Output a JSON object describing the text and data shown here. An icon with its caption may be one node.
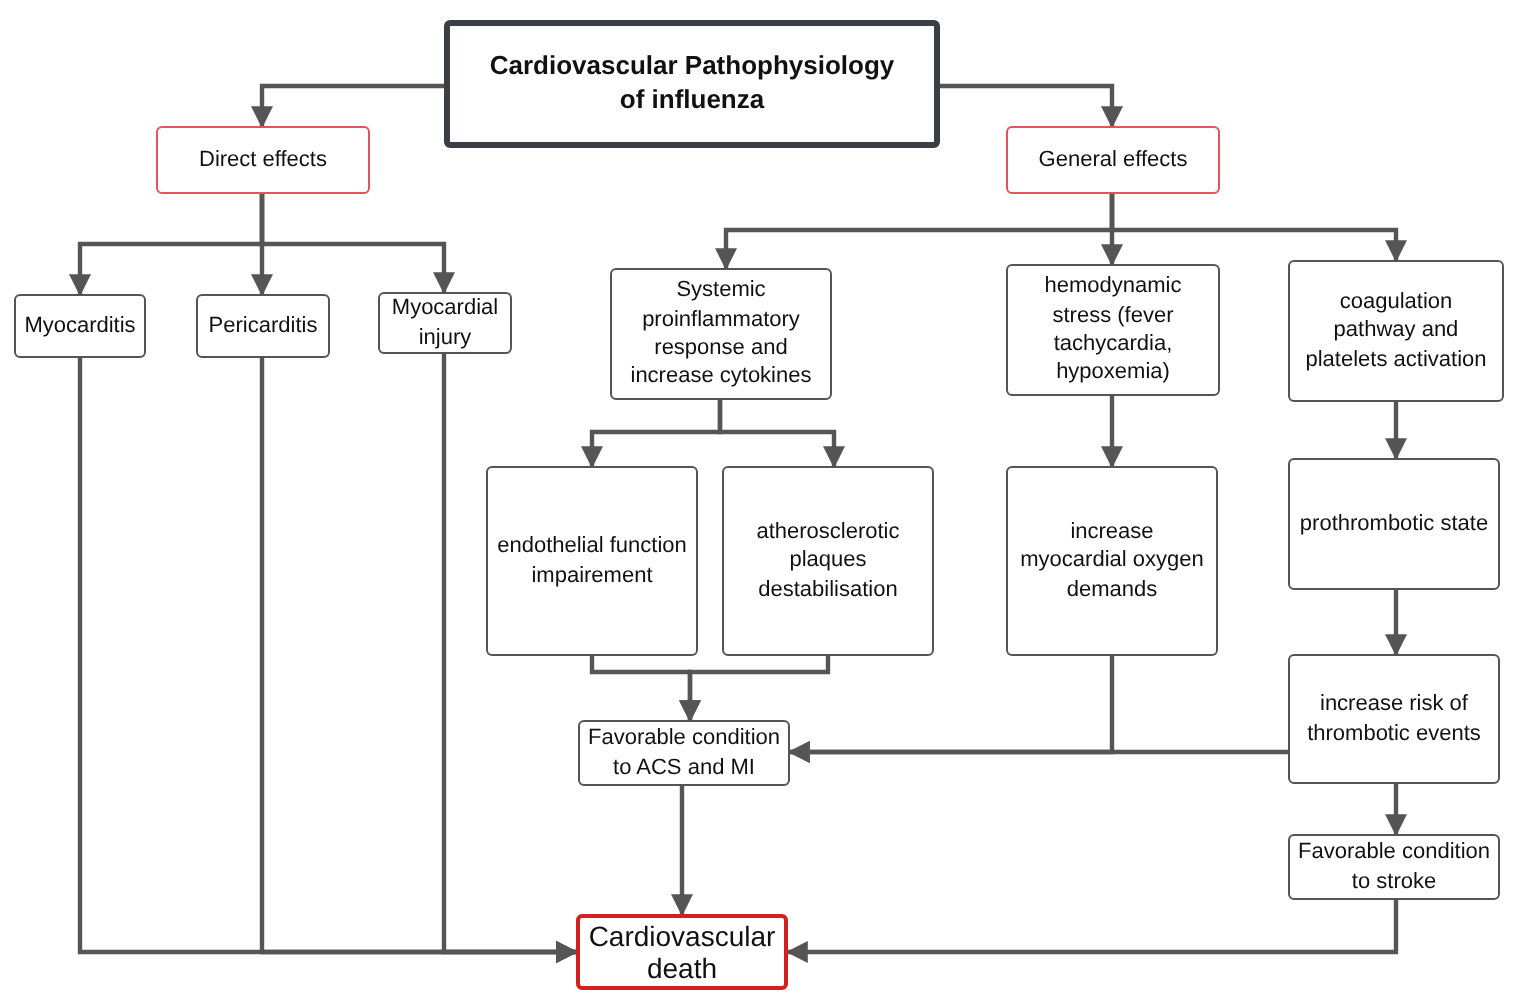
{
  "diagram": {
    "nodes": [
      {
        "text": [
          "Cardiovascular Pathophysiology of influenza"
        ]
      },
      {
        "text": [
          "Direct effects"
        ]
      },
      {
        "text": [
          "General effects"
        ]
      },
      {
        "text": [
          "Myocarditis"
        ]
      },
      {
        "text": [
          "Pericarditis"
        ]
      },
      {
        "text": [
          "Myocardial injury"
        ]
      },
      {
        "text": [
          "Systemic proinflammatory response and increase cytokines"
        ]
      },
      {
        "text": [
          "hemodynamic stress (fever tachycardia, hypoxemia)"
        ]
      },
      {
        "text": [
          "coagulation pathway and platelets activation"
        ]
      },
      {
        "text": [
          "endothelial function impairement"
        ]
      },
      {
        "text": [
          "atherosclerotic plaques destabilisation"
        ]
      },
      {
        "text": [
          "increase myocardial oxygen demands"
        ]
      },
      {
        "text": [
          "prothrombotic state"
        ]
      },
      {
        "text": [
          "increase risk of thrombotic events"
        ]
      },
      {
        "text": [
          "Favorable condition to ACS and MI"
        ]
      },
      {
        "text": [
          "Favorable condition to stroke"
        ]
      },
      {
        "text": [
          "Cardiovascular death"
        ]
      }
    ],
    "edges": [
      {
        "from": 0,
        "to": 1,
        "arrow": "to"
      },
      {
        "from": 0,
        "to": 2,
        "arrow": "to"
      },
      {
        "from": 1,
        "to": 3,
        "arrow": "to"
      },
      {
        "from": 1,
        "to": 4,
        "arrow": "to"
      },
      {
        "from": 1,
        "to": 5,
        "arrow": "to"
      },
      {
        "from": 2,
        "to": 6,
        "arrow": "to"
      },
      {
        "from": 2,
        "to": 7,
        "arrow": "to"
      },
      {
        "from": 2,
        "to": 8,
        "arrow": "to"
      },
      {
        "from": 6,
        "to": 9,
        "arrow": "to"
      },
      {
        "from": 6,
        "to": 10,
        "arrow": "to"
      },
      {
        "from": 7,
        "to": 11,
        "arrow": "to"
      },
      {
        "from": 8,
        "to": 12,
        "arrow": "to"
      },
      {
        "from": 12,
        "to": 13,
        "arrow": "to"
      },
      {
        "from": 9,
        "to": 14,
        "arrow": "to"
      },
      {
        "from": 10,
        "to": 14,
        "arrow": "to"
      },
      {
        "from": 11,
        "to": 14,
        "arrow": "to"
      },
      {
        "from": 13,
        "to": 14,
        "arrow": "to"
      },
      {
        "from": 13,
        "to": 15,
        "arrow": "to"
      },
      {
        "from": 14,
        "to": 16,
        "arrow": "to"
      },
      {
        "from": 3,
        "to": 16,
        "arrow": "to"
      },
      {
        "from": 4,
        "to": 16,
        "arrow": "to"
      },
      {
        "from": 5,
        "to": 16,
        "arrow": "to"
      },
      {
        "from": 15,
        "to": 16,
        "arrow": "to"
      }
    ]
  }
}
